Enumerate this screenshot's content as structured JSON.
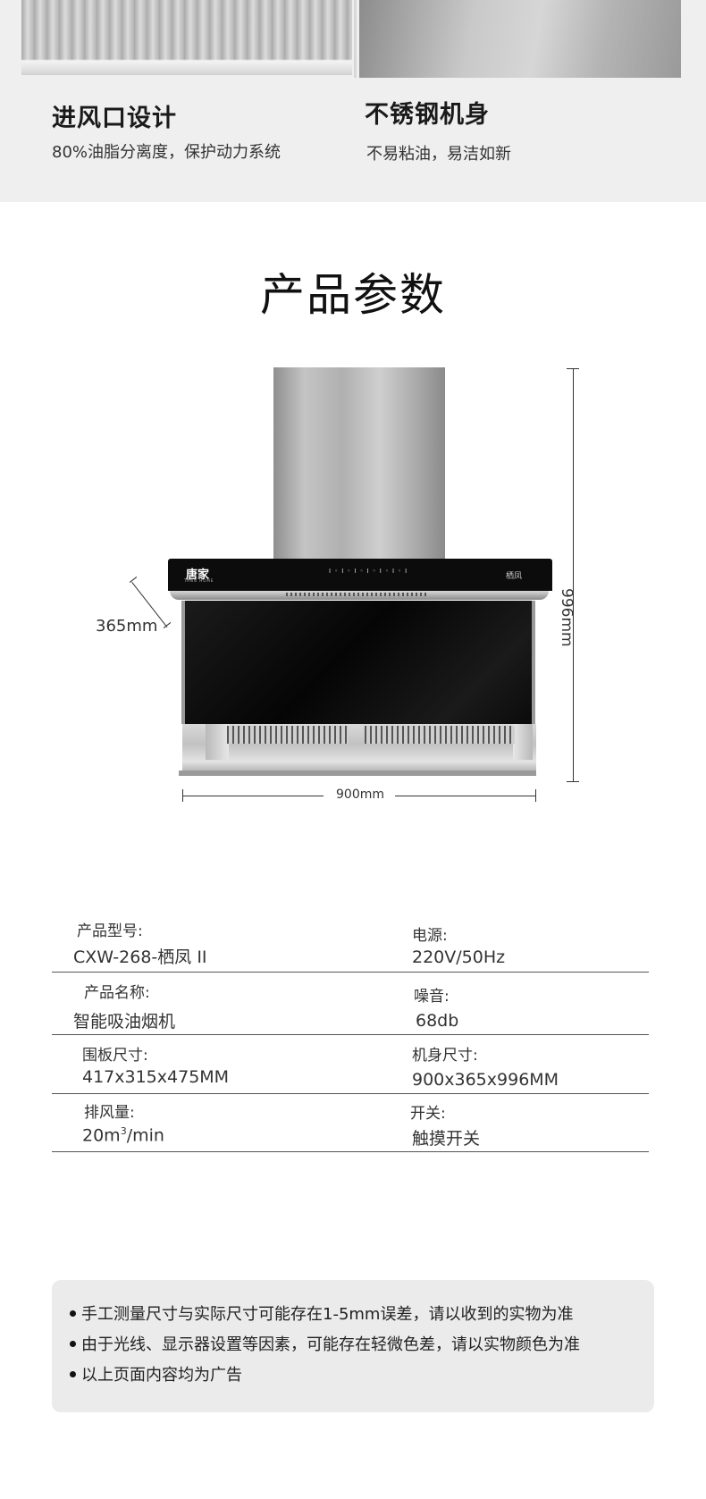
{
  "features": [
    {
      "title": "进风口设计",
      "subtitle": "80%油脂分离度，保护动力系统"
    },
    {
      "title": "不锈钢机身",
      "subtitle": "不易粘油，易洁如新"
    }
  ],
  "section_title": "产品参数",
  "product_image": {
    "logo_text": "唐家",
    "logo_small_text": "TANG HOME",
    "control_symbols": "I◦I◦I◦I◦I◦I◦I",
    "model_brand": "栖凤",
    "dimensions": {
      "width": "900mm",
      "depth": "365mm",
      "height": "996mm"
    }
  },
  "specs": [
    {
      "left_label": "产品型号:",
      "left_value": "CXW-268-栖凤 II",
      "right_label": "电源:",
      "right_value": "220V/50Hz"
    },
    {
      "left_label": "产品名称:",
      "left_value": "智能吸油烟机",
      "right_label": "噪音:",
      "right_value": "68db"
    },
    {
      "left_label": "围板尺寸:",
      "left_value": "417x315x475MM",
      "right_label": "机身尺寸:",
      "right_value": "900x365x996MM"
    },
    {
      "left_label": "排风量:",
      "left_value_main": "20m",
      "left_value_sup": "3",
      "left_value_tail": "/min",
      "right_label": "开关:",
      "right_value": "触摸开关"
    }
  ],
  "notes": [
    "手工测量尺寸与实际尺寸可能存在1-5mm误差，请以收到的实物为准",
    "由于光线、显示器设置等因素，可能存在轻微色差，请以实物颜色为准",
    "以上页面内容均为广告"
  ]
}
